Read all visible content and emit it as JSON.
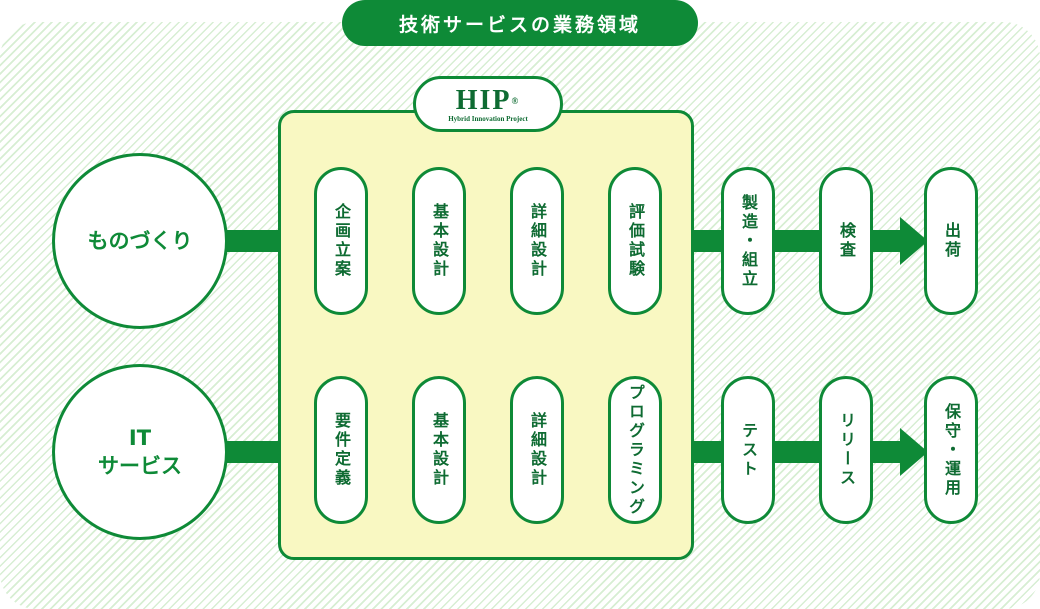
{
  "title": "技術サービスの業務領域",
  "hip_logo": {
    "main": "HIP",
    "mark": "®",
    "sub": "Hybrid Innovation Project"
  },
  "rows": [
    {
      "label_lines": [
        "ものづくり"
      ],
      "steps": [
        "企画立案",
        "基本設計",
        "詳細設計",
        "評価試験",
        "製造・組立",
        "検査",
        "出荷"
      ]
    },
    {
      "label_lines": [
        "IT",
        "サービス"
      ],
      "steps": [
        "要件定義",
        "基本設計",
        "詳細設計",
        "プログラミング",
        "テスト",
        "リリース",
        "保守・運用"
      ]
    }
  ],
  "colors": {
    "primary": "#0e8a37",
    "panel": "#f9f8c2",
    "stripe": "#d7eed3"
  }
}
